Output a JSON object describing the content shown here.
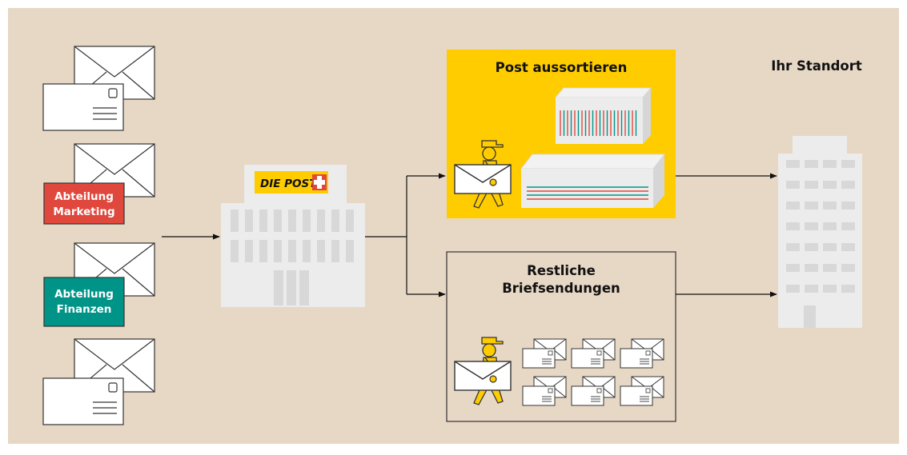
{
  "colors": {
    "background": "#e6d8c4",
    "post_yellow": "#ffcc00",
    "marketing_red": "#e0483e",
    "finance_teal": "#009488",
    "building_gray": "#ececec",
    "building_dark": "#d8d8d8",
    "stroke": "#333333"
  },
  "departments": {
    "marketing": "Abteilung Marketing",
    "marketing_line1": "Abteilung",
    "marketing_line2": "Marketing",
    "finance_line1": "Abteilung",
    "finance_line2": "Finanzen"
  },
  "post_office": {
    "logo_text": "DIE POST",
    "logo_icon": "swiss-cross-icon"
  },
  "sorting_box": {
    "title": "Post aussortieren"
  },
  "remaining_box": {
    "title_line1": "Restliche",
    "title_line2": "Briefsendungen"
  },
  "destination": {
    "title": "Ihr Standort"
  }
}
